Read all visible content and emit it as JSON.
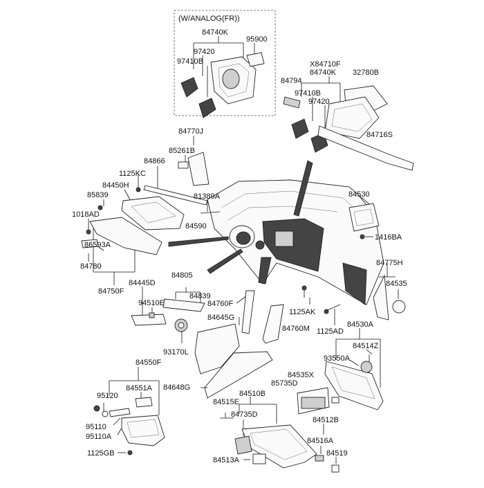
{
  "diagram": {
    "variant_box_title": "(W/ANALOG(FR))",
    "labels": {
      "l84740K_top": "84740K",
      "l95900": "95900",
      "l97420_top": "97420",
      "l97410B_top": "97410B",
      "lX84710F": "X84710F",
      "l84740K_right": "84740K",
      "l32780B": "32780B",
      "l84794": "84794",
      "l97410B_right": "97410B",
      "l97420_right": "97420",
      "l84716S": "84716S",
      "l84770J": "84770J",
      "l85261B": "85261B",
      "l84866": "84866",
      "l1125KC": "1125KC",
      "l84450H": "84450H",
      "l85839": "85839",
      "l81389A": "81389A",
      "l1018AD": "1018AD",
      "l84590": "84590",
      "l86593A": "86593A",
      "l84780": "84780",
      "l84750F": "84750F",
      "l84530": "84530",
      "l1416BA": "1416BA",
      "l84775H": "84775H",
      "l84535": "84535",
      "l84805": "84805",
      "l84445D": "84445D",
      "l84839": "84839",
      "l94510E": "94510E",
      "l84760F": "84760F",
      "l84645G": "84645G",
      "l1125AK": "1125AK",
      "l84760M": "84760M",
      "l1125AD": "1125AD",
      "l93170L": "93170L",
      "l84530A": "84530A",
      "l84514Z": "84514Z",
      "l93550A": "93550A",
      "l84550F": "84550F",
      "l84535X": "84535X",
      "l85735D": "85735D",
      "l84551A": "84551A",
      "l84648G": "84648G",
      "l84510B": "84510B",
      "l84515E": "84515E",
      "l95120": "95120",
      "l84735D": "84735D",
      "l84512B": "84512B",
      "l95110": "95110",
      "l95110A": "95110A",
      "l84516A": "84516A",
      "l84519": "84519",
      "l1125GB": "1125GB",
      "l84513A": "84513A"
    }
  }
}
